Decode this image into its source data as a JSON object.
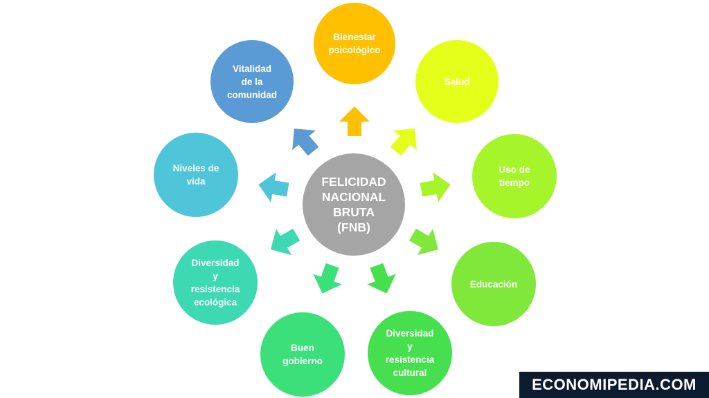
{
  "diagram": {
    "center": {
      "label": "FELICIDAD\nNACIONAL\nBRUTA\n(FNB)",
      "color": "#a5a5a5"
    },
    "nodes": [
      {
        "id": "bienestar",
        "label": "Bienestar\npsicológico",
        "color": "#ffc000"
      },
      {
        "id": "salud",
        "label": "Salud",
        "color": "#e4ff1a"
      },
      {
        "id": "uso-tiempo",
        "label": "Uso de\ntiempo",
        "color": "#a6f52a"
      },
      {
        "id": "educacion",
        "label": "Educación",
        "color": "#80e83a"
      },
      {
        "id": "diversidad-cultural",
        "label": "Diversidad\ny\nresistencia\ncultural",
        "color": "#46e04e"
      },
      {
        "id": "buen-gobierno",
        "label": "Buen\ngobierno",
        "color": "#3be07a"
      },
      {
        "id": "diversidad-ecologica",
        "label": "Diversidad\ny\nresistencia\necológica",
        "color": "#3dd9b3"
      },
      {
        "id": "niveles-vida",
        "label": "Niveles de\nvida",
        "color": "#4ec5d9"
      },
      {
        "id": "vitalidad",
        "label": "Vitalidad\nde la\ncomunidad",
        "color": "#5b9bd5"
      }
    ],
    "arrow_colors": [
      "#ffc000",
      "#e4ff1a",
      "#a6f52a",
      "#80e83a",
      "#46e04e",
      "#3be07a",
      "#3dd9b3",
      "#4ec5d9",
      "#5b9bd5"
    ]
  },
  "brand": {
    "text": "ECONOMIPEDIA.COM",
    "background": "#0d1b2e"
  }
}
